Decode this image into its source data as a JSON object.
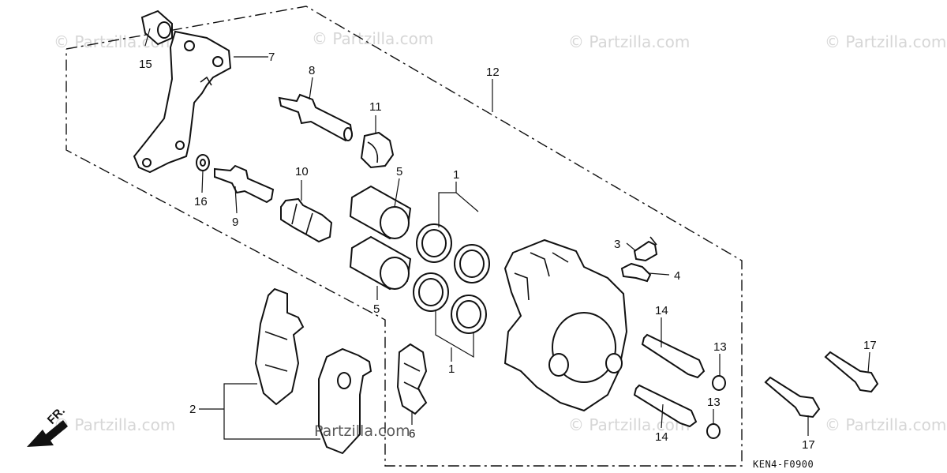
{
  "diagram": {
    "drawing_code": "KEN4-F0900",
    "direction_mark": "FR.",
    "watermark": "© Partzilla.com",
    "watermark_center": "Partzilla.com",
    "callouts": {
      "c1a": "1",
      "c1b": "1",
      "c2": "2",
      "c3": "3",
      "c4": "4",
      "c5a": "5",
      "c5b": "5",
      "c6": "6",
      "c7": "7",
      "c8": "8",
      "c9": "9",
      "c10": "10",
      "c11": "11",
      "c12": "12",
      "c13a": "13",
      "c13b": "13",
      "c14a": "14",
      "c14b": "14",
      "c15": "15",
      "c16": "16",
      "c17a": "17",
      "c17b": "17"
    }
  }
}
